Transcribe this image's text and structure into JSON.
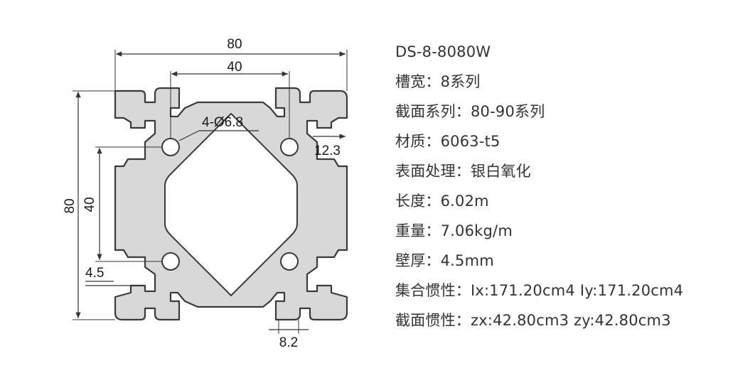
{
  "drawing": {
    "dim_overall_width": "80",
    "dim_overall_height": "80",
    "dim_hole_spacing_h": "40",
    "dim_hole_spacing_v": "40",
    "dim_hole_callout": "4-Ø6.8",
    "dim_slot_depth": "12.3",
    "dim_wall": "4.5",
    "dim_slot_width": "8.2"
  },
  "specs": {
    "model": "DS-8-8080W",
    "slot_width": "槽宽：8系列",
    "section_series": "截面系列：80-90系列",
    "material": "材质：6063-t5",
    "surface": "表面处理：银白氧化",
    "length": "长度：6.02m",
    "weight": "重量：7.06kg/m",
    "wall_thickness": "壁厚：4.5mm",
    "moment_inertia": "集合惯性：Ix:171.20cm4 Iy:171.20cm4",
    "section_inertia": "截面惯性：zx:42.80cm3 zy:42.80cm3"
  }
}
